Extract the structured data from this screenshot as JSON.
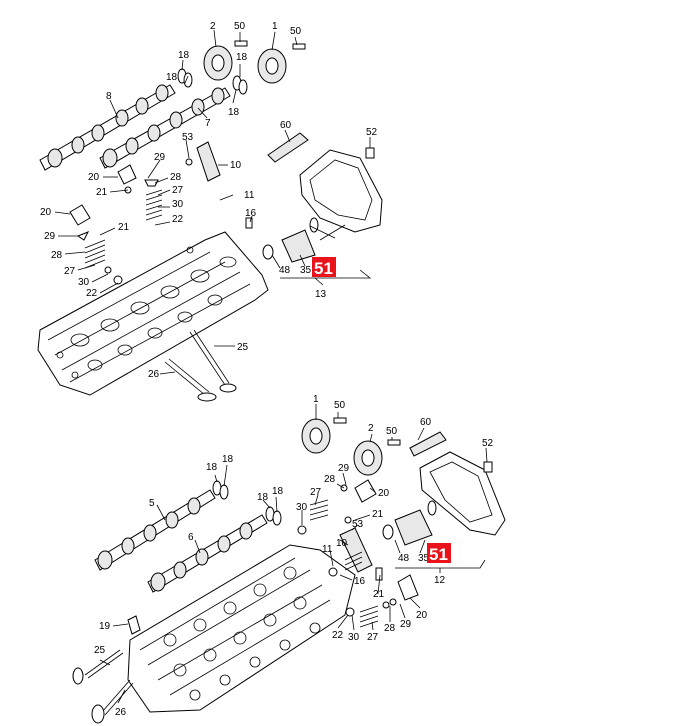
{
  "callouts": {
    "top": [
      {
        "id": "t2",
        "text": "2"
      },
      {
        "id": "t50a",
        "text": "50"
      },
      {
        "id": "t1",
        "text": "1"
      },
      {
        "id": "t50b",
        "text": "50"
      },
      {
        "id": "t18a",
        "text": "18"
      },
      {
        "id": "t18b",
        "text": "18"
      },
      {
        "id": "t18c",
        "text": "18"
      },
      {
        "id": "t18d",
        "text": "18"
      },
      {
        "id": "t8",
        "text": "8"
      },
      {
        "id": "t7",
        "text": "7"
      },
      {
        "id": "t60",
        "text": "60"
      },
      {
        "id": "t52",
        "text": "52"
      },
      {
        "id": "t53",
        "text": "53"
      },
      {
        "id": "t10",
        "text": "10"
      },
      {
        "id": "t29a",
        "text": "29"
      },
      {
        "id": "t20a",
        "text": "20"
      },
      {
        "id": "t28a",
        "text": "28"
      },
      {
        "id": "t21a",
        "text": "21"
      },
      {
        "id": "t27a",
        "text": "27"
      },
      {
        "id": "t11",
        "text": "11"
      },
      {
        "id": "t30a",
        "text": "30"
      },
      {
        "id": "t20b",
        "text": "20"
      },
      {
        "id": "t22a",
        "text": "22"
      },
      {
        "id": "t16",
        "text": "16"
      },
      {
        "id": "t21b",
        "text": "21"
      },
      {
        "id": "t29b",
        "text": "29"
      },
      {
        "id": "t28b",
        "text": "28"
      },
      {
        "id": "t27b",
        "text": "27"
      },
      {
        "id": "t30b",
        "text": "30"
      },
      {
        "id": "t22b",
        "text": "22"
      },
      {
        "id": "t48",
        "text": "48"
      },
      {
        "id": "t35",
        "text": "35"
      },
      {
        "id": "t13",
        "text": "13"
      },
      {
        "id": "t25",
        "text": "25"
      },
      {
        "id": "t26",
        "text": "26"
      }
    ],
    "bottom": [
      {
        "id": "b1",
        "text": "1"
      },
      {
        "id": "b50a",
        "text": "50"
      },
      {
        "id": "b2",
        "text": "2"
      },
      {
        "id": "b50b",
        "text": "50"
      },
      {
        "id": "b60",
        "text": "60"
      },
      {
        "id": "b52",
        "text": "52"
      },
      {
        "id": "b18a",
        "text": "18"
      },
      {
        "id": "b18b",
        "text": "18"
      },
      {
        "id": "b29",
        "text": "29"
      },
      {
        "id": "b28",
        "text": "28"
      },
      {
        "id": "b20",
        "text": "20"
      },
      {
        "id": "b18c",
        "text": "18"
      },
      {
        "id": "b18d",
        "text": "18"
      },
      {
        "id": "b27",
        "text": "27"
      },
      {
        "id": "b5",
        "text": "5"
      },
      {
        "id": "b30",
        "text": "30"
      },
      {
        "id": "b21",
        "text": "21"
      },
      {
        "id": "b6",
        "text": "6"
      },
      {
        "id": "b53",
        "text": "53"
      },
      {
        "id": "b10",
        "text": "10"
      },
      {
        "id": "b11",
        "text": "11"
      },
      {
        "id": "b16",
        "text": "16"
      },
      {
        "id": "b48",
        "text": "48"
      },
      {
        "id": "b35",
        "text": "35"
      },
      {
        "id": "b12",
        "text": "12"
      },
      {
        "id": "b19",
        "text": "19"
      },
      {
        "id": "b21b",
        "text": "21"
      },
      {
        "id": "b22",
        "text": "22"
      },
      {
        "id": "b30b",
        "text": "30"
      },
      {
        "id": "b27b",
        "text": "27"
      },
      {
        "id": "b28b",
        "text": "28"
      },
      {
        "id": "b29b",
        "text": "29"
      },
      {
        "id": "b20b",
        "text": "20"
      },
      {
        "id": "b25",
        "text": "25"
      },
      {
        "id": "b26",
        "text": "26"
      }
    ]
  },
  "highlight": {
    "top": {
      "text": "51",
      "color": "#e8131b"
    },
    "bottom": {
      "text": "51",
      "color": "#e8131b"
    }
  }
}
